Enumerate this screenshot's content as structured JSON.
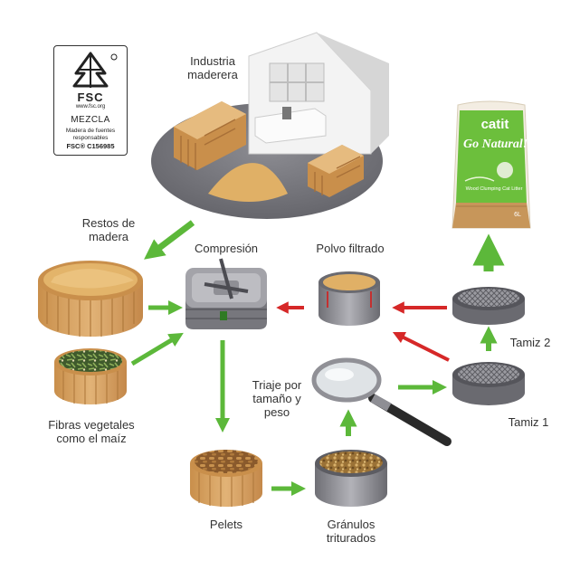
{
  "logo": {
    "brand": "FSC",
    "url": "www.fsc.org",
    "mix_label": "MEZCLA",
    "description": "Madera de fuentes responsables",
    "license": "FSC® C156985"
  },
  "product": {
    "brand": "catit",
    "line": "Go Natural!",
    "subtitle": "Wood Clumping Cat Litter",
    "volume": "6L"
  },
  "labels": {
    "industria": "Industria\nmaderera",
    "restos": "Restos de\nmadera",
    "compresion": "Compresión",
    "polvo": "Polvo filtrado",
    "fibras": "Fibras vegetales\ncomo el maíz",
    "triaje": "Triaje por\ntamaño y\npeso",
    "tamiz2": "Tamiz 2",
    "tamiz1": "Tamiz 1",
    "pelets": "Pelets",
    "granulos": "Gránulos\ntriturados"
  },
  "colors": {
    "green_arrow": "#5cb83a",
    "red_arrow": "#d62828",
    "wood": "#d9a760",
    "sawdust": "#e0b066",
    "metal": "#8d8d92",
    "platform": "#7b7b80",
    "bag_green": "#6cbf3c"
  }
}
